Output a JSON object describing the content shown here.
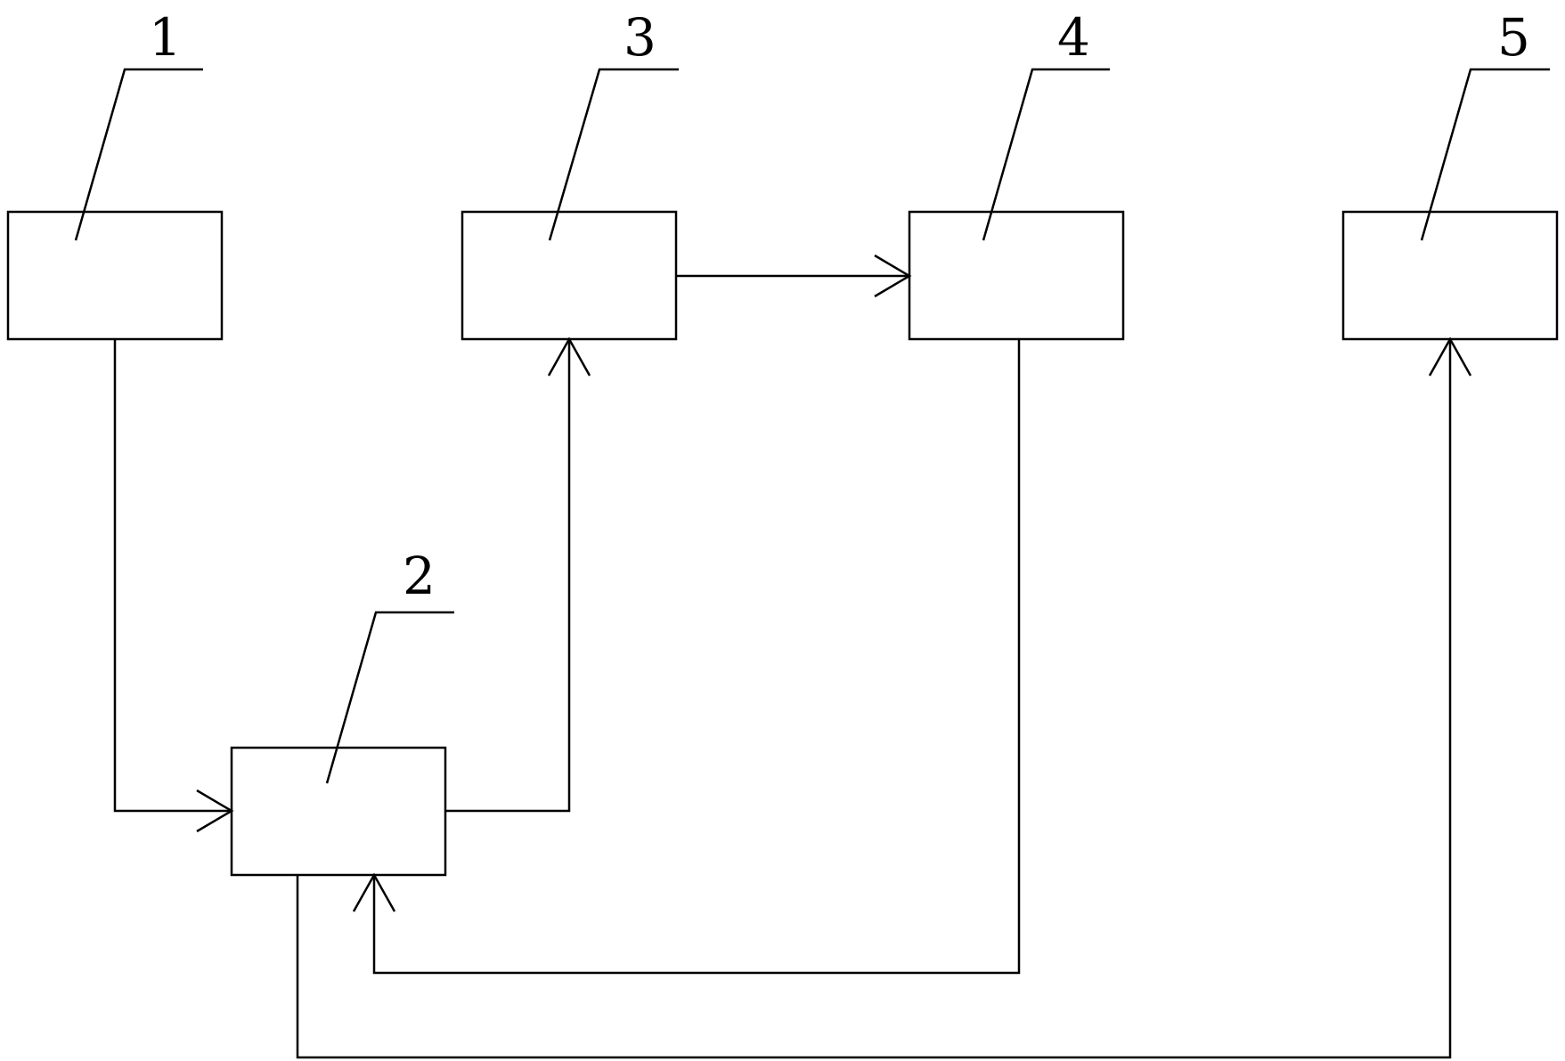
{
  "diagram": {
    "blocks": [
      {
        "id": "block-1",
        "label": "1"
      },
      {
        "id": "block-2",
        "label": "2"
      },
      {
        "id": "block-3",
        "label": "3"
      },
      {
        "id": "block-4",
        "label": "4"
      },
      {
        "id": "block-5",
        "label": "5"
      }
    ],
    "connections": [
      {
        "from": "1",
        "to": "2"
      },
      {
        "from": "2",
        "to": "3"
      },
      {
        "from": "3",
        "to": "4"
      },
      {
        "from": "4",
        "to": "2"
      },
      {
        "from": "2",
        "to": "5"
      }
    ],
    "colors": {
      "stroke": "#000000",
      "background": "#ffffff"
    }
  }
}
